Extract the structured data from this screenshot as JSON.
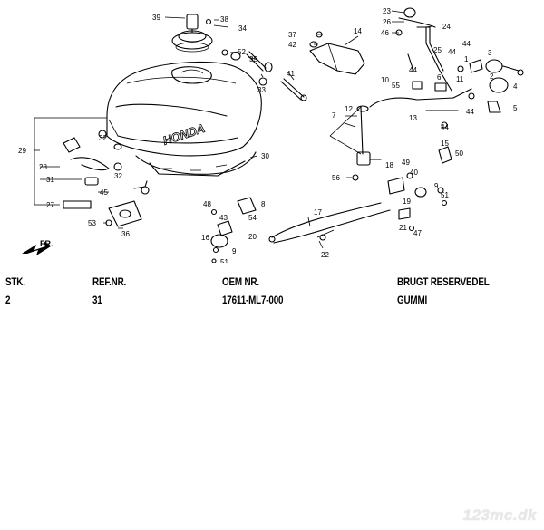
{
  "diagram": {
    "callouts": [
      "39",
      "38",
      "34",
      "52",
      "35",
      "33",
      "41",
      "37",
      "42",
      "14",
      "23",
      "26",
      "46",
      "24",
      "25",
      "44",
      "44",
      "3",
      "44",
      "6",
      "11",
      "4",
      "5",
      "10",
      "55",
      "44",
      "7",
      "12",
      "13",
      "44",
      "29",
      "30",
      "28",
      "31",
      "27",
      "45",
      "36",
      "32",
      "32",
      "53",
      "48",
      "8",
      "43",
      "54",
      "16",
      "20",
      "9",
      "51",
      "17",
      "22",
      "56",
      "18",
      "49",
      "40",
      "19",
      "50",
      "15",
      "21",
      "47",
      "9",
      "51",
      "2",
      "1"
    ],
    "brand_text": "HONDA",
    "front_marker": "FR."
  },
  "table": {
    "headers": {
      "qty": "STK.",
      "ref": "REF.NR.",
      "oem": "OEM NR.",
      "desc": "BRUGT RESERVEDEL"
    },
    "rows": [
      {
        "qty": "2",
        "ref": "31",
        "oem": "17611-ML7-000",
        "desc": "GUMMI"
      }
    ]
  },
  "watermark": "123mc.dk"
}
